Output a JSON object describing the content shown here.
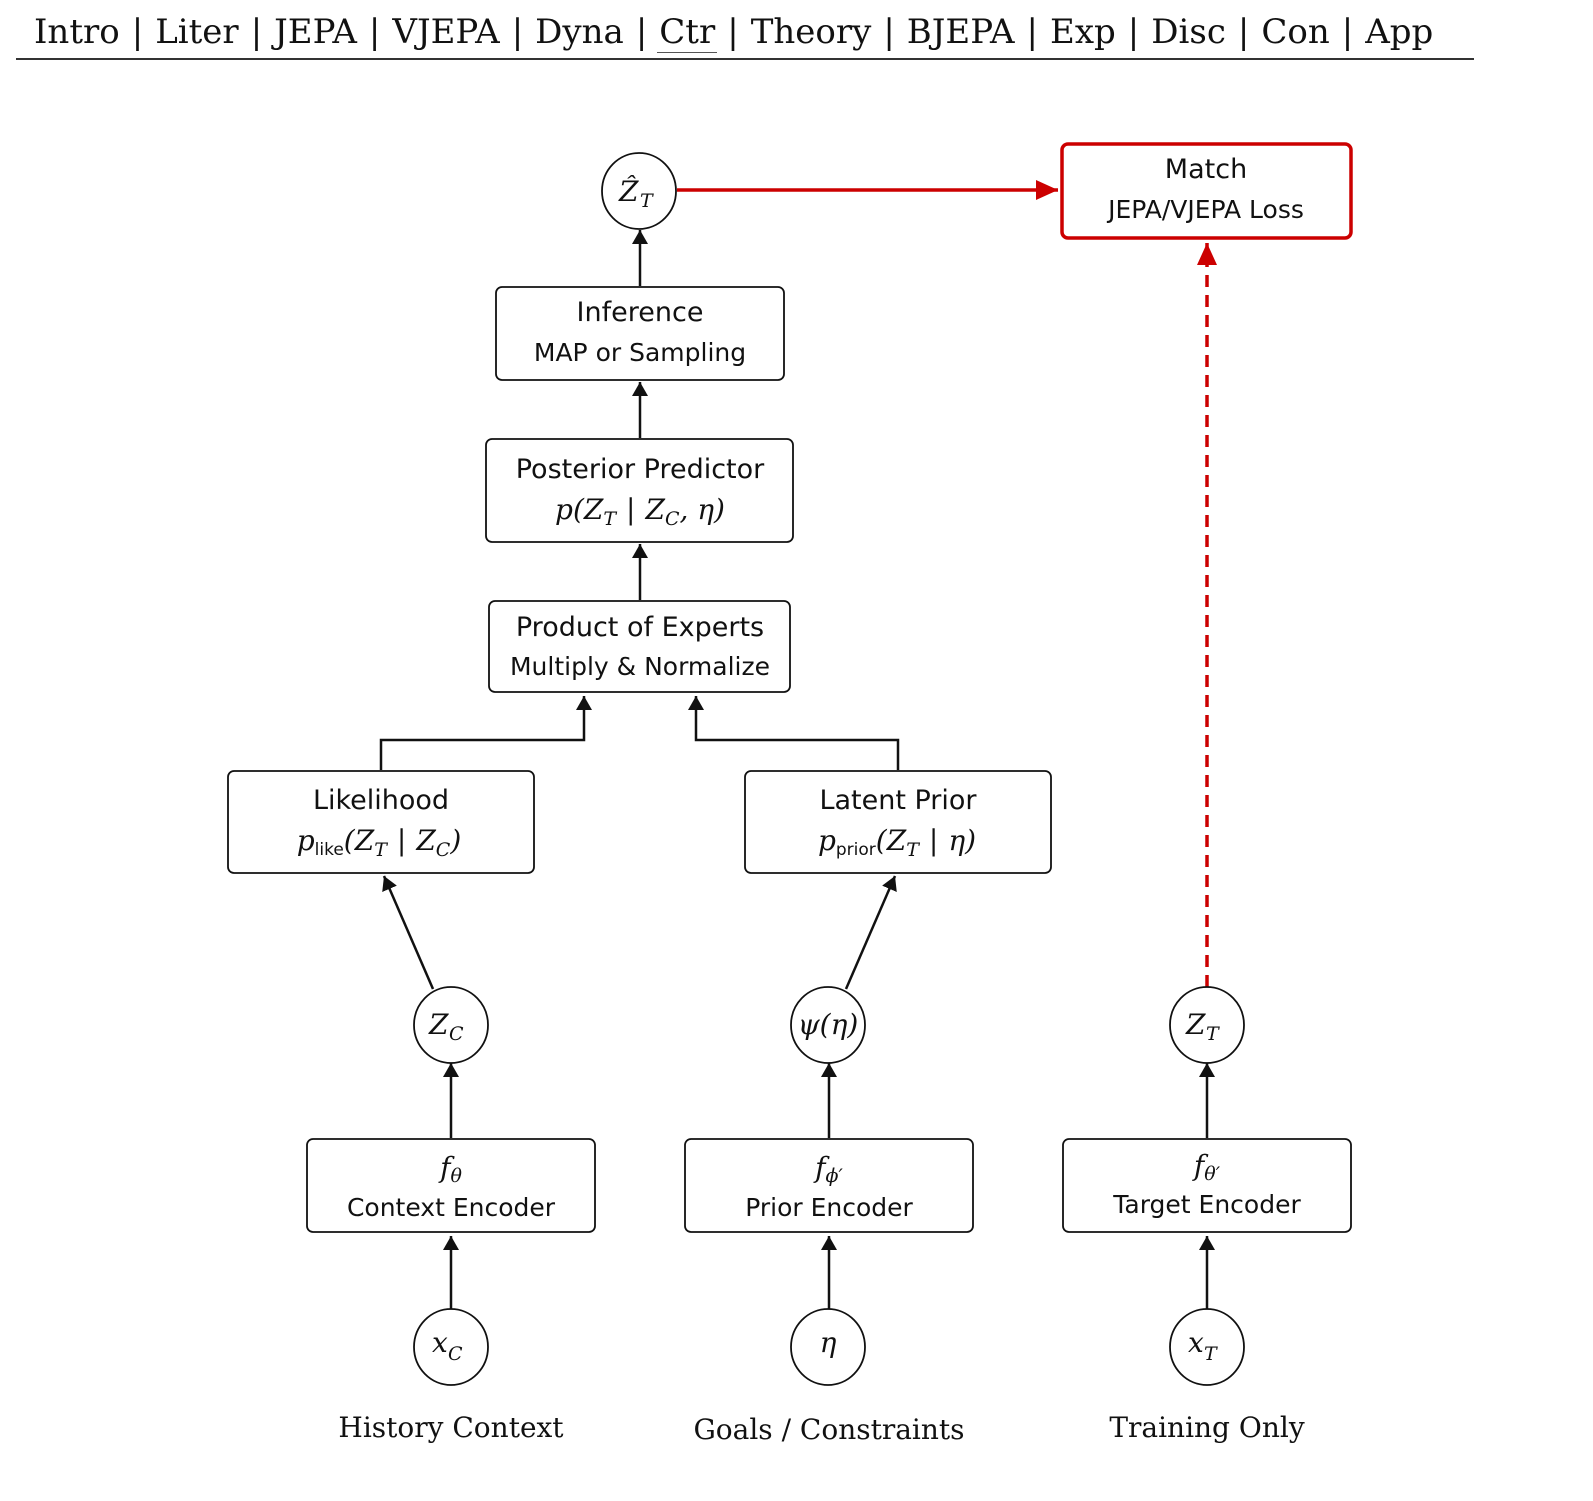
{
  "nav": {
    "items": [
      "Intro",
      "Liter",
      "JEPA",
      "VJEPA",
      "Dyna",
      "Ctr",
      "Theory",
      "BJEPA",
      "Exp",
      "Disc",
      "Con",
      "App"
    ],
    "active": "Ctr",
    "separator": "|"
  },
  "colors": {
    "accent_red": "#cc0000",
    "stroke": "#111111"
  },
  "diagram": {
    "nodes": {
      "zhat_t": {
        "symbol": "Ẑ",
        "sub": "T"
      },
      "match": {
        "title": "Match",
        "sub": "JEPA/VJEPA Loss"
      },
      "inference": {
        "title": "Inference",
        "sub": "MAP or Sampling"
      },
      "posterior": {
        "title": "Posterior Predictor",
        "formula": "p(Z_T | Z_C, η)",
        "f_pre": "p(",
        "f_z1": "Z",
        "f_s1": "T",
        "f_bar": "|",
        "f_z2": "Z",
        "f_s2": "C",
        "f_post": ", η)"
      },
      "poe": {
        "title": "Product of Experts",
        "sub": "Multiply & Normalize"
      },
      "likelihood": {
        "title": "Likelihood",
        "formula": "p_like(Z_T | Z_C)",
        "f_p": "p",
        "f_psub": "like",
        "f_open": "(",
        "f_z1": "Z",
        "f_s1": "T",
        "f_bar": "|",
        "f_z2": "Z",
        "f_s2": "C",
        "f_close": ")"
      },
      "prior": {
        "title": "Latent Prior",
        "formula": "p_prior(Z_T | η)",
        "f_p": "p",
        "f_psub": "prior",
        "f_open": "(",
        "f_z1": "Z",
        "f_s1": "T",
        "f_bar": "|",
        "f_eta": "η)"
      },
      "z_c": {
        "symbol": "Z",
        "sub": "C"
      },
      "psi_eta": {
        "symbol": "ψ(η)"
      },
      "z_t": {
        "symbol": "Z",
        "sub": "T"
      },
      "context_encoder": {
        "fn": "f",
        "fn_sub": "θ",
        "title": "Context Encoder"
      },
      "prior_encoder": {
        "fn": "f",
        "fn_sub": "ϕ′",
        "title": "Prior Encoder"
      },
      "target_encoder": {
        "fn": "f",
        "fn_sub": "θ′",
        "title": "Target Encoder"
      },
      "x_c": {
        "symbol": "x",
        "sub": "C"
      },
      "eta": {
        "symbol": "η"
      },
      "x_t": {
        "symbol": "x",
        "sub": "T"
      }
    },
    "captions": {
      "history": "History Context",
      "goals": "Goals / Constraints",
      "training": "Training Only"
    },
    "edges": [
      {
        "from": "x_c",
        "to": "context_encoder",
        "style": "solid"
      },
      {
        "from": "context_encoder",
        "to": "z_c",
        "style": "solid"
      },
      {
        "from": "z_c",
        "to": "likelihood",
        "style": "solid"
      },
      {
        "from": "eta",
        "to": "prior_encoder",
        "style": "solid"
      },
      {
        "from": "prior_encoder",
        "to": "psi_eta",
        "style": "solid"
      },
      {
        "from": "psi_eta",
        "to": "prior",
        "style": "solid"
      },
      {
        "from": "likelihood",
        "to": "poe",
        "style": "solid"
      },
      {
        "from": "prior",
        "to": "poe",
        "style": "solid"
      },
      {
        "from": "poe",
        "to": "posterior",
        "style": "solid"
      },
      {
        "from": "posterior",
        "to": "inference",
        "style": "solid"
      },
      {
        "from": "inference",
        "to": "zhat_t",
        "style": "solid"
      },
      {
        "from": "zhat_t",
        "to": "match",
        "style": "solid-red"
      },
      {
        "from": "x_t",
        "to": "target_encoder",
        "style": "solid"
      },
      {
        "from": "target_encoder",
        "to": "z_t",
        "style": "solid"
      },
      {
        "from": "z_t",
        "to": "match",
        "style": "dashed-red"
      }
    ]
  }
}
